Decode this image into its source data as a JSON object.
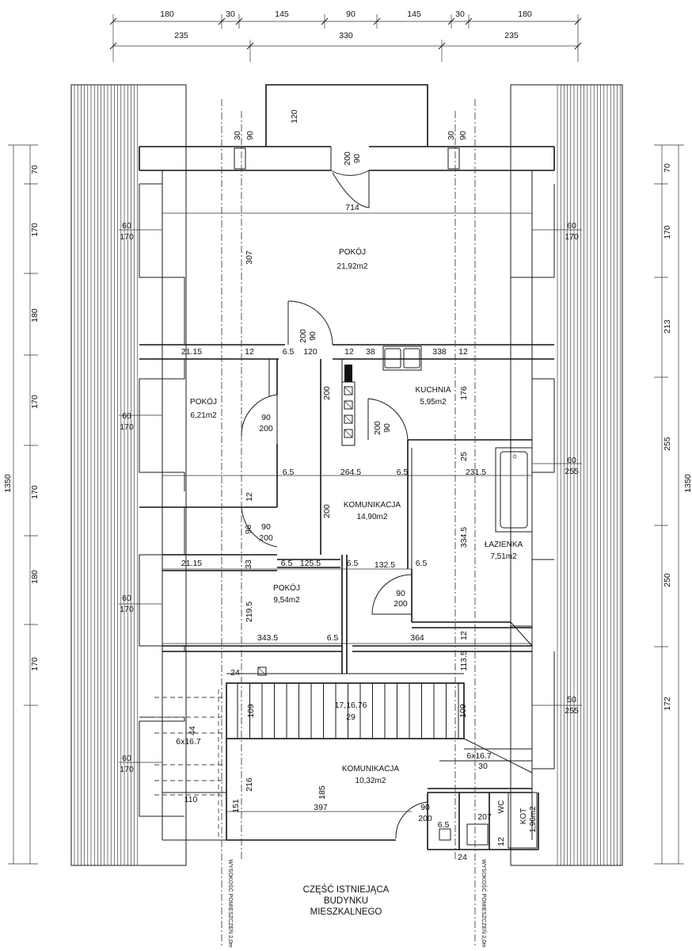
{
  "top_dimensions": {
    "row1": [
      "180",
      "30",
      "145",
      "90",
      "145",
      "30",
      "180"
    ],
    "row2": [
      "235",
      "330",
      "235"
    ]
  },
  "left_dimensions": {
    "segments": [
      "70",
      "170",
      "180",
      "170",
      "170",
      "180",
      "170"
    ],
    "total": "1350"
  },
  "right_dimensions": {
    "segments": [
      "70",
      "170",
      "213",
      "255",
      "250",
      "172"
    ],
    "total": "1350"
  },
  "rooms": [
    {
      "name": "POKÓJ",
      "area": "21,92m2"
    },
    {
      "name": "POKÓJ",
      "area": "6,21m2"
    },
    {
      "name": "KUCHNIA",
      "area": "5,95m2"
    },
    {
      "name": "KOMUNIKACJA",
      "area": "14,90m2"
    },
    {
      "name": "ŁAZIENKA",
      "area": "7,51m2"
    },
    {
      "name": "POKÓJ",
      "area": "9,54m2"
    },
    {
      "name": "KOMUNIKACJA",
      "area": "10,32m2"
    },
    {
      "name": "WC",
      "area": ""
    },
    {
      "name": "KOT",
      "area": "1,96m2"
    }
  ],
  "dims": {
    "d714": "714",
    "d307": "307",
    "d120_top": "120",
    "d30_l": "30",
    "d90_l": "90",
    "d30_r": "30",
    "d90_r": "90",
    "door_top_w": "90",
    "door_top_h": "200",
    "win_tl_w": "60",
    "win_tl_h": "170",
    "win_tr_w": "60",
    "win_tr_h": "170",
    "d2115_a": "21.15",
    "d12_a": "12",
    "d65_a": "6.5",
    "d120_a": "120",
    "d12_b": "12",
    "d38": "38",
    "d338": "338",
    "d12_c": "12",
    "door_mid_w": "90",
    "door_mid_h": "200",
    "d200_a": "200",
    "d176": "176",
    "win_ml_w": "60",
    "win_ml_h": "170",
    "door_p2_w": "90",
    "door_p2_h": "200",
    "door_k_w": "90",
    "door_k_h": "200",
    "d65_b": "6.5",
    "d2645": "264.5",
    "d65_c": "6.5",
    "d2315": "231.5",
    "d25": "25",
    "win_mr_w": "60",
    "win_mr_h": "255",
    "d12_d": "12",
    "d200_b": "200",
    "d3345": "334.5",
    "door_p3_w": "90",
    "door_p3_h": "200",
    "d96": "96",
    "d2115_b": "21.15",
    "d33": "33",
    "d65_d": "6.5",
    "d1255": "125.5",
    "d65_e": "6.5",
    "d1325": "132.5",
    "d65_f": "6.5",
    "door_lz_w": "90",
    "door_lz_h": "200",
    "win_bl_w": "60",
    "win_bl_h": "170",
    "d2195": "219.5",
    "d3435": "343.5",
    "d65_g": "6.5",
    "d364": "364",
    "d12_e": "12",
    "d1135": "113.5",
    "d24_a": "24",
    "d109_a": "109",
    "stairs_a": "17,16,76",
    "stairs_b": "29",
    "d109_b": "109",
    "win_br_w": "50",
    "win_br_h": "255",
    "d44": "44",
    "d6x167_a": "6x16.7",
    "d6x167_b": "6x16.7",
    "d30_s": "30",
    "win_bl2_w": "60",
    "win_bl2_h": "170",
    "d216": "216",
    "d185": "185",
    "d110": "110",
    "d151": "151",
    "d397": "397",
    "door_b_w": "90",
    "door_b_h": "200",
    "d207": "207",
    "d65_h": "6.5",
    "d12_f": "12",
    "d24_b": "24"
  },
  "side_notes": {
    "left": "WYSOKOŚĆ POMIESZCZEŃ 2,0m",
    "right": "WYSOKOŚĆ POMIESZCZEŃ 2,0m"
  },
  "caption": [
    "CZĘŚĆ ISTNIEJĄCA",
    "BUDYNKU",
    "MIESZKALNEGO"
  ]
}
